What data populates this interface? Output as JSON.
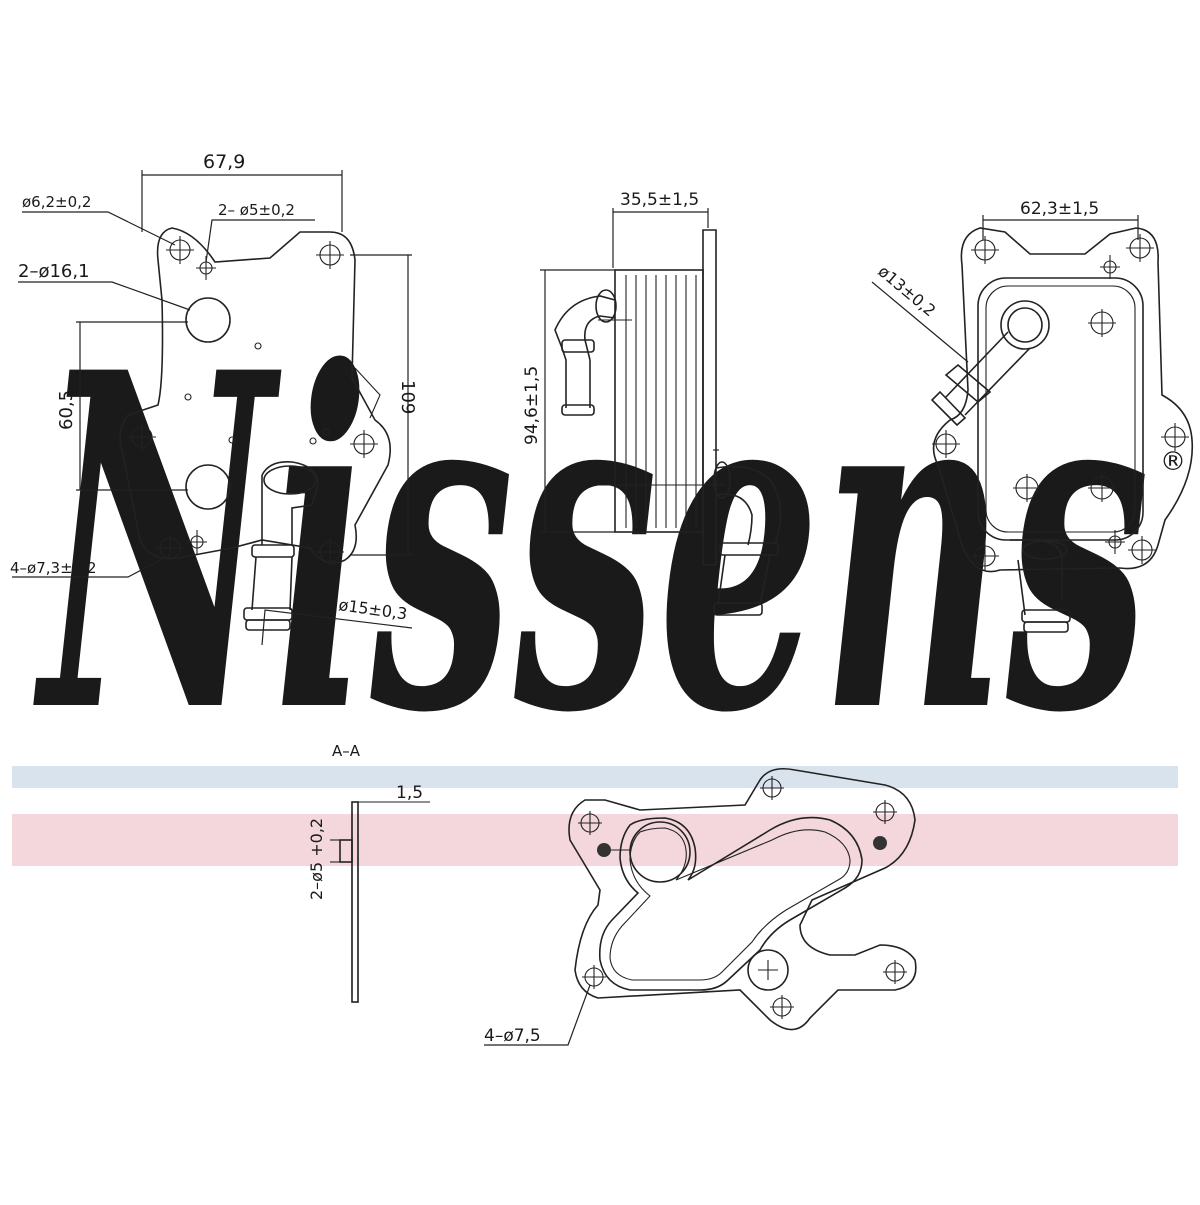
{
  "watermark": {
    "brand": "Nissens",
    "registered": "®",
    "color": "#cfdbe8",
    "stripe_blue": "#d8e3ee",
    "stripe_red": "#f3d7dd"
  },
  "front_view": {
    "width": "67,9",
    "hole_top": "ø6,2±0,2",
    "holes_small": "2– ø5±0,2",
    "holes_large": "2–ø16,1",
    "height_inner": "60,5",
    "height_total": "109",
    "holes_mount": "4–ø7,3±0,2",
    "pipe": "ø15±0,3"
  },
  "side_view": {
    "depth": "35,5±1,5",
    "height": "94,6±1,5"
  },
  "rear_view": {
    "width": "62,3±1,5",
    "pipe": "ø13±0,2"
  },
  "section": {
    "title": "A–A",
    "thickness": "1,5",
    "holes": "2–ø5 +0,2"
  },
  "gasket": {
    "holes": "4–ø7,5"
  }
}
